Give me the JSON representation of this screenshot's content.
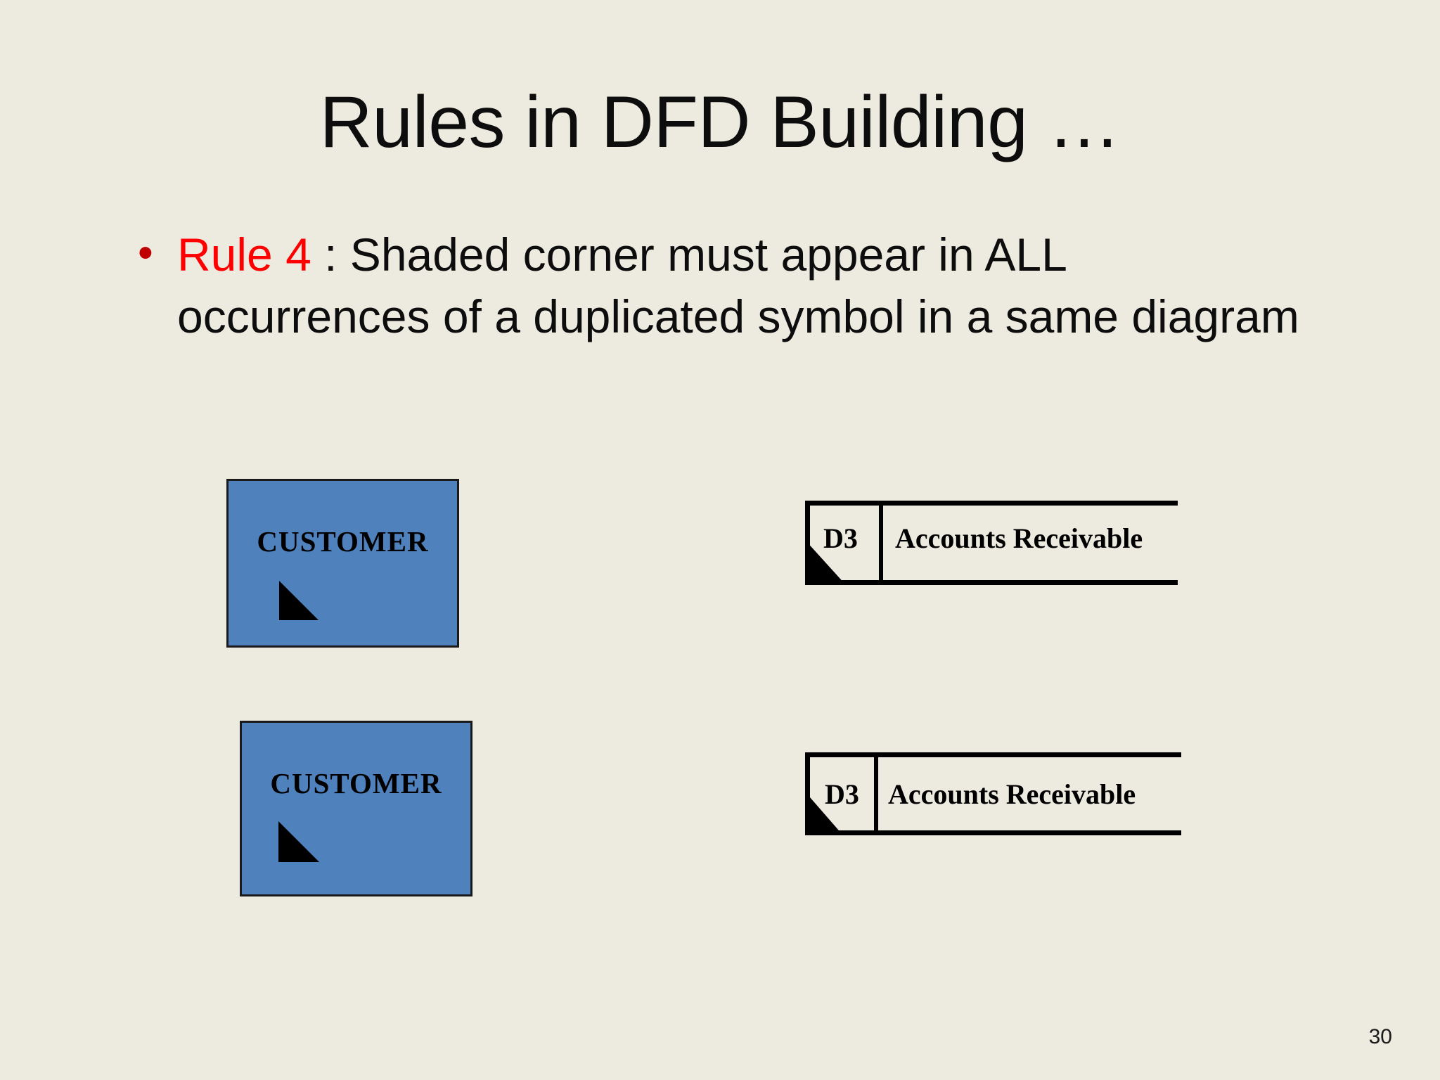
{
  "slide": {
    "title": "Rules in DFD Building …",
    "page_number": "30",
    "background_color": "#EDEAE0"
  },
  "body": {
    "bullet_marker": "•",
    "bullet_marker_color": "#C00000",
    "rule_label": "Rule 4",
    "rule_label_color": "#FF0000",
    "rule_text": " : Shaded corner must appear in ALL occurrences of a duplicated symbol in a same diagram"
  },
  "diagram": {
    "accent_blue": "#4F81BD",
    "shade_color": "#000000",
    "external_entities": [
      {
        "name": "entity-customer-top",
        "label": "CUSTOMER",
        "has_shaded_corner": true
      },
      {
        "name": "entity-customer-bottom",
        "label": "CUSTOMER",
        "has_shaded_corner": true
      }
    ],
    "data_stores": [
      {
        "name": "data-store-accounts-receivable-top",
        "id": "D3",
        "label": "Accounts Receivable",
        "has_shaded_corner": true
      },
      {
        "name": "data-store-accounts-receivable-bottom",
        "id": "D3",
        "label": "Accounts Receivable",
        "has_shaded_corner": true
      }
    ]
  }
}
